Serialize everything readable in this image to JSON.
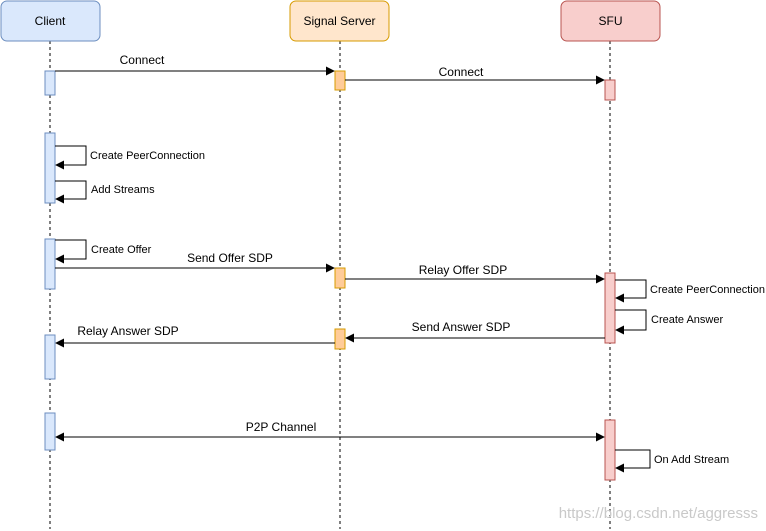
{
  "participants": {
    "client": {
      "label": "Client",
      "fill": "#dae8fc",
      "stroke": "#6c8ebf"
    },
    "signal": {
      "label": "Signal Server",
      "fill": "#ffe6cc",
      "stroke": "#d79b00"
    },
    "sfu": {
      "label": "SFU",
      "fill": "#f8cecc",
      "stroke": "#b85450"
    }
  },
  "messages": {
    "connect_1": "Connect",
    "connect_2": "Connect",
    "create_pc_client": "Create PeerConnection",
    "add_streams": "Add Streams",
    "create_offer": "Create Offer",
    "send_offer_sdp": "Send Offer SDP",
    "relay_offer_sdp": "Relay Offer SDP",
    "create_pc_sfu": "Create PeerConnection",
    "create_answer": "Create Answer",
    "send_answer_sdp": "Send Answer SDP",
    "relay_answer_sdp": "Relay Answer SDP",
    "p2p_channel": "P2P Channel",
    "on_add_stream": "On Add Stream"
  },
  "watermark": "https://blog.csdn.net/aggresss"
}
